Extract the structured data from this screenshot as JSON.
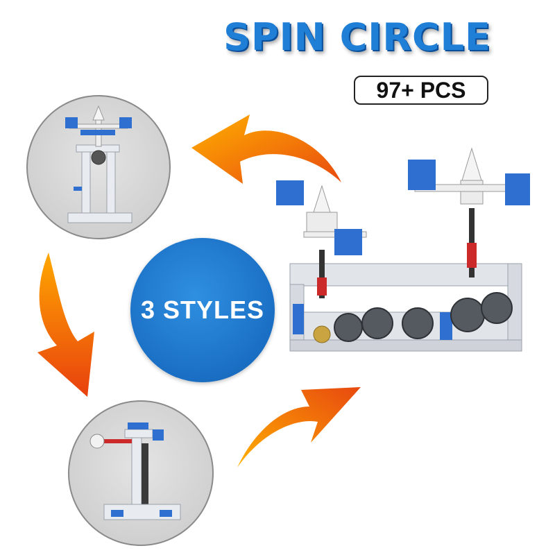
{
  "product": {
    "title": "SPIN CIRCLE",
    "pieces_badge": "97+ PCS",
    "styles_label": "3 STYLES"
  },
  "colors": {
    "title_blue": "#1f7fd6",
    "styles_circle_blue": "#1a6fc4",
    "arrow_orange": "#f47a16",
    "brick_blue": "#2f6fd0",
    "brick_gray": "#d9dde3"
  },
  "icons": {
    "arrows": "curved-arrow-icon",
    "gear": "gear-icon"
  }
}
